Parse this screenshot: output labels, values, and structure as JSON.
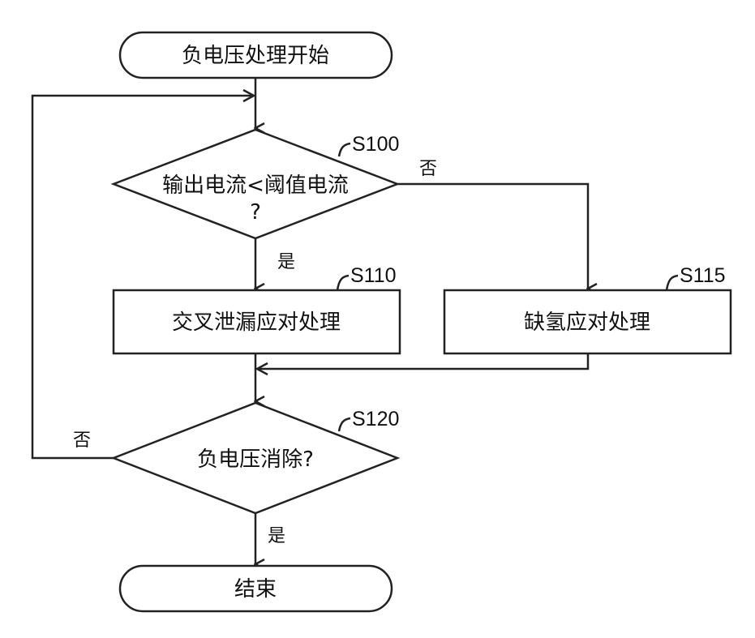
{
  "nodes": {
    "start": "负电压处理开始",
    "s100_line1": "输出电流<阈值电流",
    "s100_line2": "?",
    "s110": "交叉泄漏应对处理",
    "s115": "缺氢应对处理",
    "s120": "负电压消除?",
    "end": "结束"
  },
  "steps": {
    "s100": "S100",
    "s110": "S110",
    "s115": "S115",
    "s120": "S120"
  },
  "branches": {
    "s100_yes": "是",
    "s100_no": "否",
    "s120_yes": "是",
    "s120_no": "否"
  },
  "colors": {
    "stroke": "#222222",
    "background": "#ffffff"
  }
}
